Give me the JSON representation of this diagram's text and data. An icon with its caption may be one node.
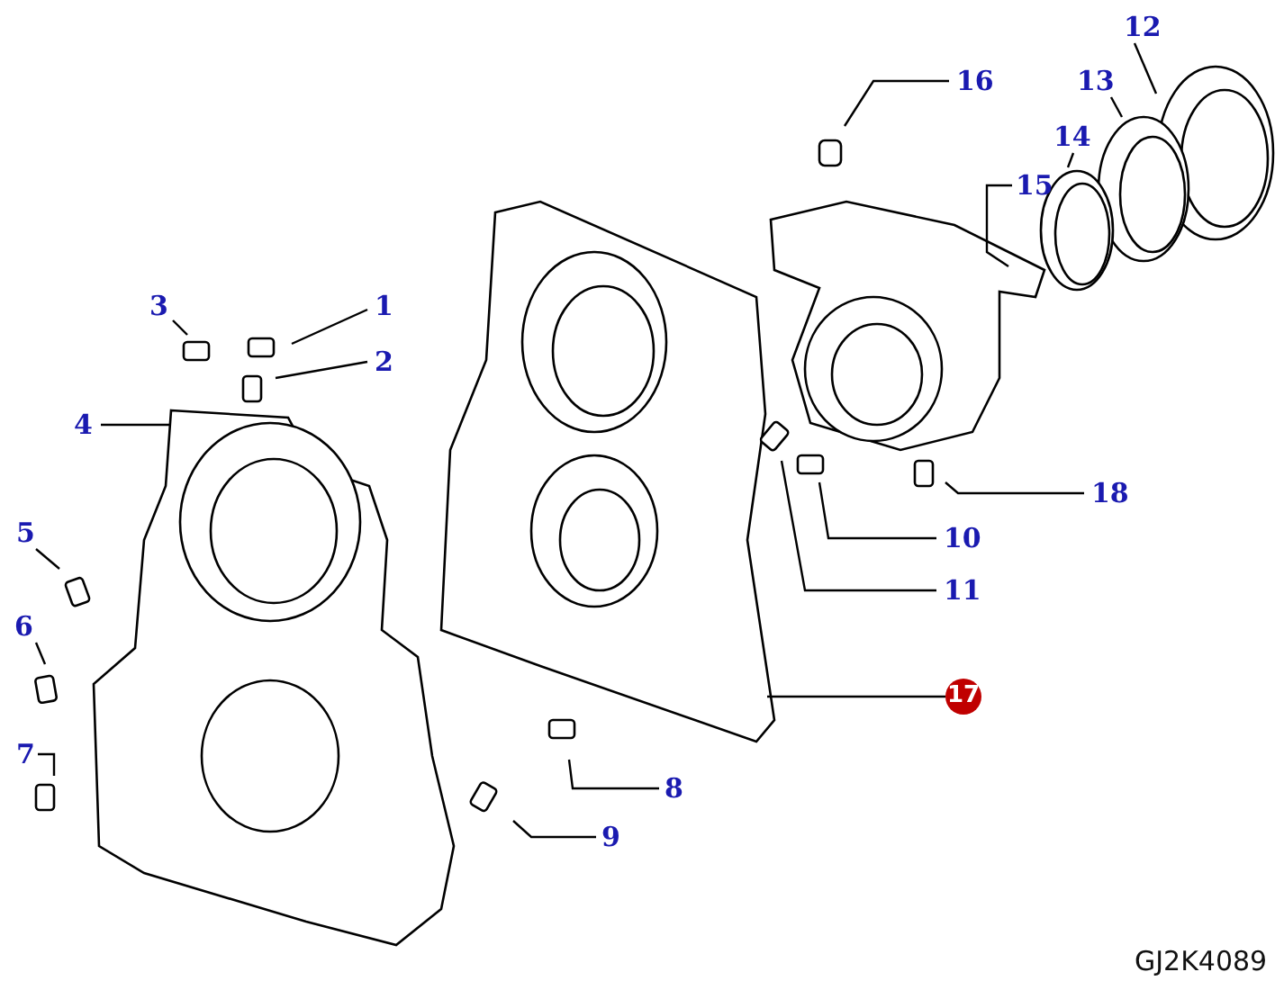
{
  "diagram": {
    "nodes": [
      {
        "text": [
          "12"
        ]
      },
      {
        "text": [
          "16"
        ]
      },
      {
        "text": [
          "13"
        ]
      },
      {
        "text": [
          "14"
        ]
      },
      {
        "text": [
          "15"
        ]
      },
      {
        "text": [
          "3"
        ]
      },
      {
        "text": [
          "1"
        ]
      },
      {
        "text": [
          "2"
        ]
      },
      {
        "text": [
          "4"
        ]
      },
      {
        "text": [
          "18"
        ]
      },
      {
        "text": [
          "5"
        ]
      },
      {
        "text": [
          "10"
        ]
      },
      {
        "text": [
          "6"
        ]
      },
      {
        "text": [
          "11"
        ]
      },
      {
        "text": [
          "17"
        ]
      },
      {
        "text": [
          "7"
        ]
      },
      {
        "text": [
          "8"
        ]
      },
      {
        "text": [
          "9"
        ]
      }
    ],
    "edges": [
      {
        "from": 0,
        "to": null,
        "arrow": "none"
      },
      {
        "from": 1,
        "to": null,
        "arrow": "none"
      },
      {
        "from": 2,
        "to": null,
        "arrow": "none"
      },
      {
        "from": 3,
        "to": null,
        "arrow": "none"
      },
      {
        "from": 4,
        "to": null,
        "arrow": "none"
      },
      {
        "from": 5,
        "to": null,
        "arrow": "none"
      },
      {
        "from": 6,
        "to": null,
        "arrow": "none"
      },
      {
        "from": 7,
        "to": null,
        "arrow": "none"
      },
      {
        "from": 8,
        "to": null,
        "arrow": "none"
      },
      {
        "from": 9,
        "to": null,
        "arrow": "none"
      },
      {
        "from": 10,
        "to": null,
        "arrow": "none"
      },
      {
        "from": 11,
        "to": null,
        "arrow": "none"
      },
      {
        "from": 12,
        "to": null,
        "arrow": "none"
      },
      {
        "from": 13,
        "to": null,
        "arrow": "none"
      },
      {
        "from": 14,
        "to": null,
        "arrow": "none"
      },
      {
        "from": 15,
        "to": null,
        "arrow": "none"
      },
      {
        "from": 16,
        "to": null,
        "arrow": "none"
      },
      {
        "from": 17,
        "to": null,
        "arrow": "none"
      }
    ],
    "labels": [
      "GJ2K4089"
    ]
  }
}
